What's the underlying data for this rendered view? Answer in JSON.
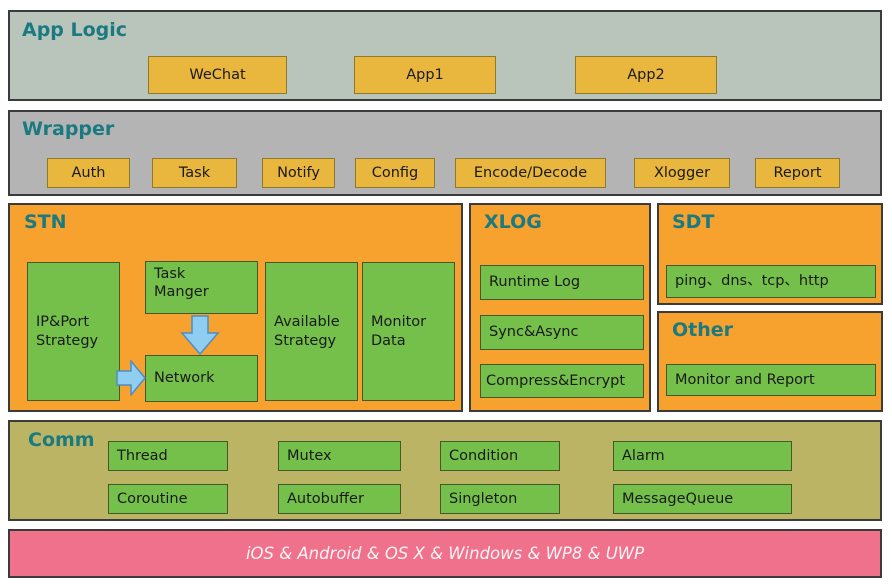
{
  "colors": {
    "heading": "#1a7a80",
    "section_border": "#3b3b3b",
    "app_logic_bg": "#b9c5bb",
    "wrapper_bg": "#b4b4b4",
    "orange_bg": "#f7a12f",
    "orange_box": "#e9b73e",
    "orange_box_border": "#8d7b2d",
    "green_box": "#74c04b",
    "green_box_border": "#44582a",
    "comm_bg": "#bcb465",
    "platform_bar_bg": "#f0718b",
    "arrow_fill": "#8fcdf1",
    "arrow_border": "#4a8fc7"
  },
  "app_logic": {
    "title": "App Logic",
    "boxes": [
      "WeChat",
      "App1",
      "App2"
    ]
  },
  "wrapper": {
    "title": "Wrapper",
    "boxes": [
      "Auth",
      "Task",
      "Notify",
      "Config",
      "Encode/Decode",
      "Xlogger",
      "Report"
    ]
  },
  "stn": {
    "title": "STN",
    "ip_port": "IP&Port Strategy",
    "task_manager": "Task Manger",
    "network": "Network",
    "available": "Available Strategy",
    "monitor": "Monitor Data"
  },
  "xlog": {
    "title": "XLOG",
    "boxes": [
      "Runtime Log",
      "Sync&Async",
      "Compress&Encrypt"
    ]
  },
  "sdt": {
    "title": "SDT",
    "box": "ping、dns、tcp、http"
  },
  "other": {
    "title": "Other",
    "box": "Monitor and Report"
  },
  "comm": {
    "title": "Comm",
    "row1": [
      "Thread",
      "Mutex",
      "Condition",
      "Alarm"
    ],
    "row2": [
      "Coroutine",
      "Autobuffer",
      "Singleton",
      "MessageQueue"
    ]
  },
  "platform_bar": {
    "text": "iOS & Android & OS X & Windows & WP8 & UWP"
  }
}
